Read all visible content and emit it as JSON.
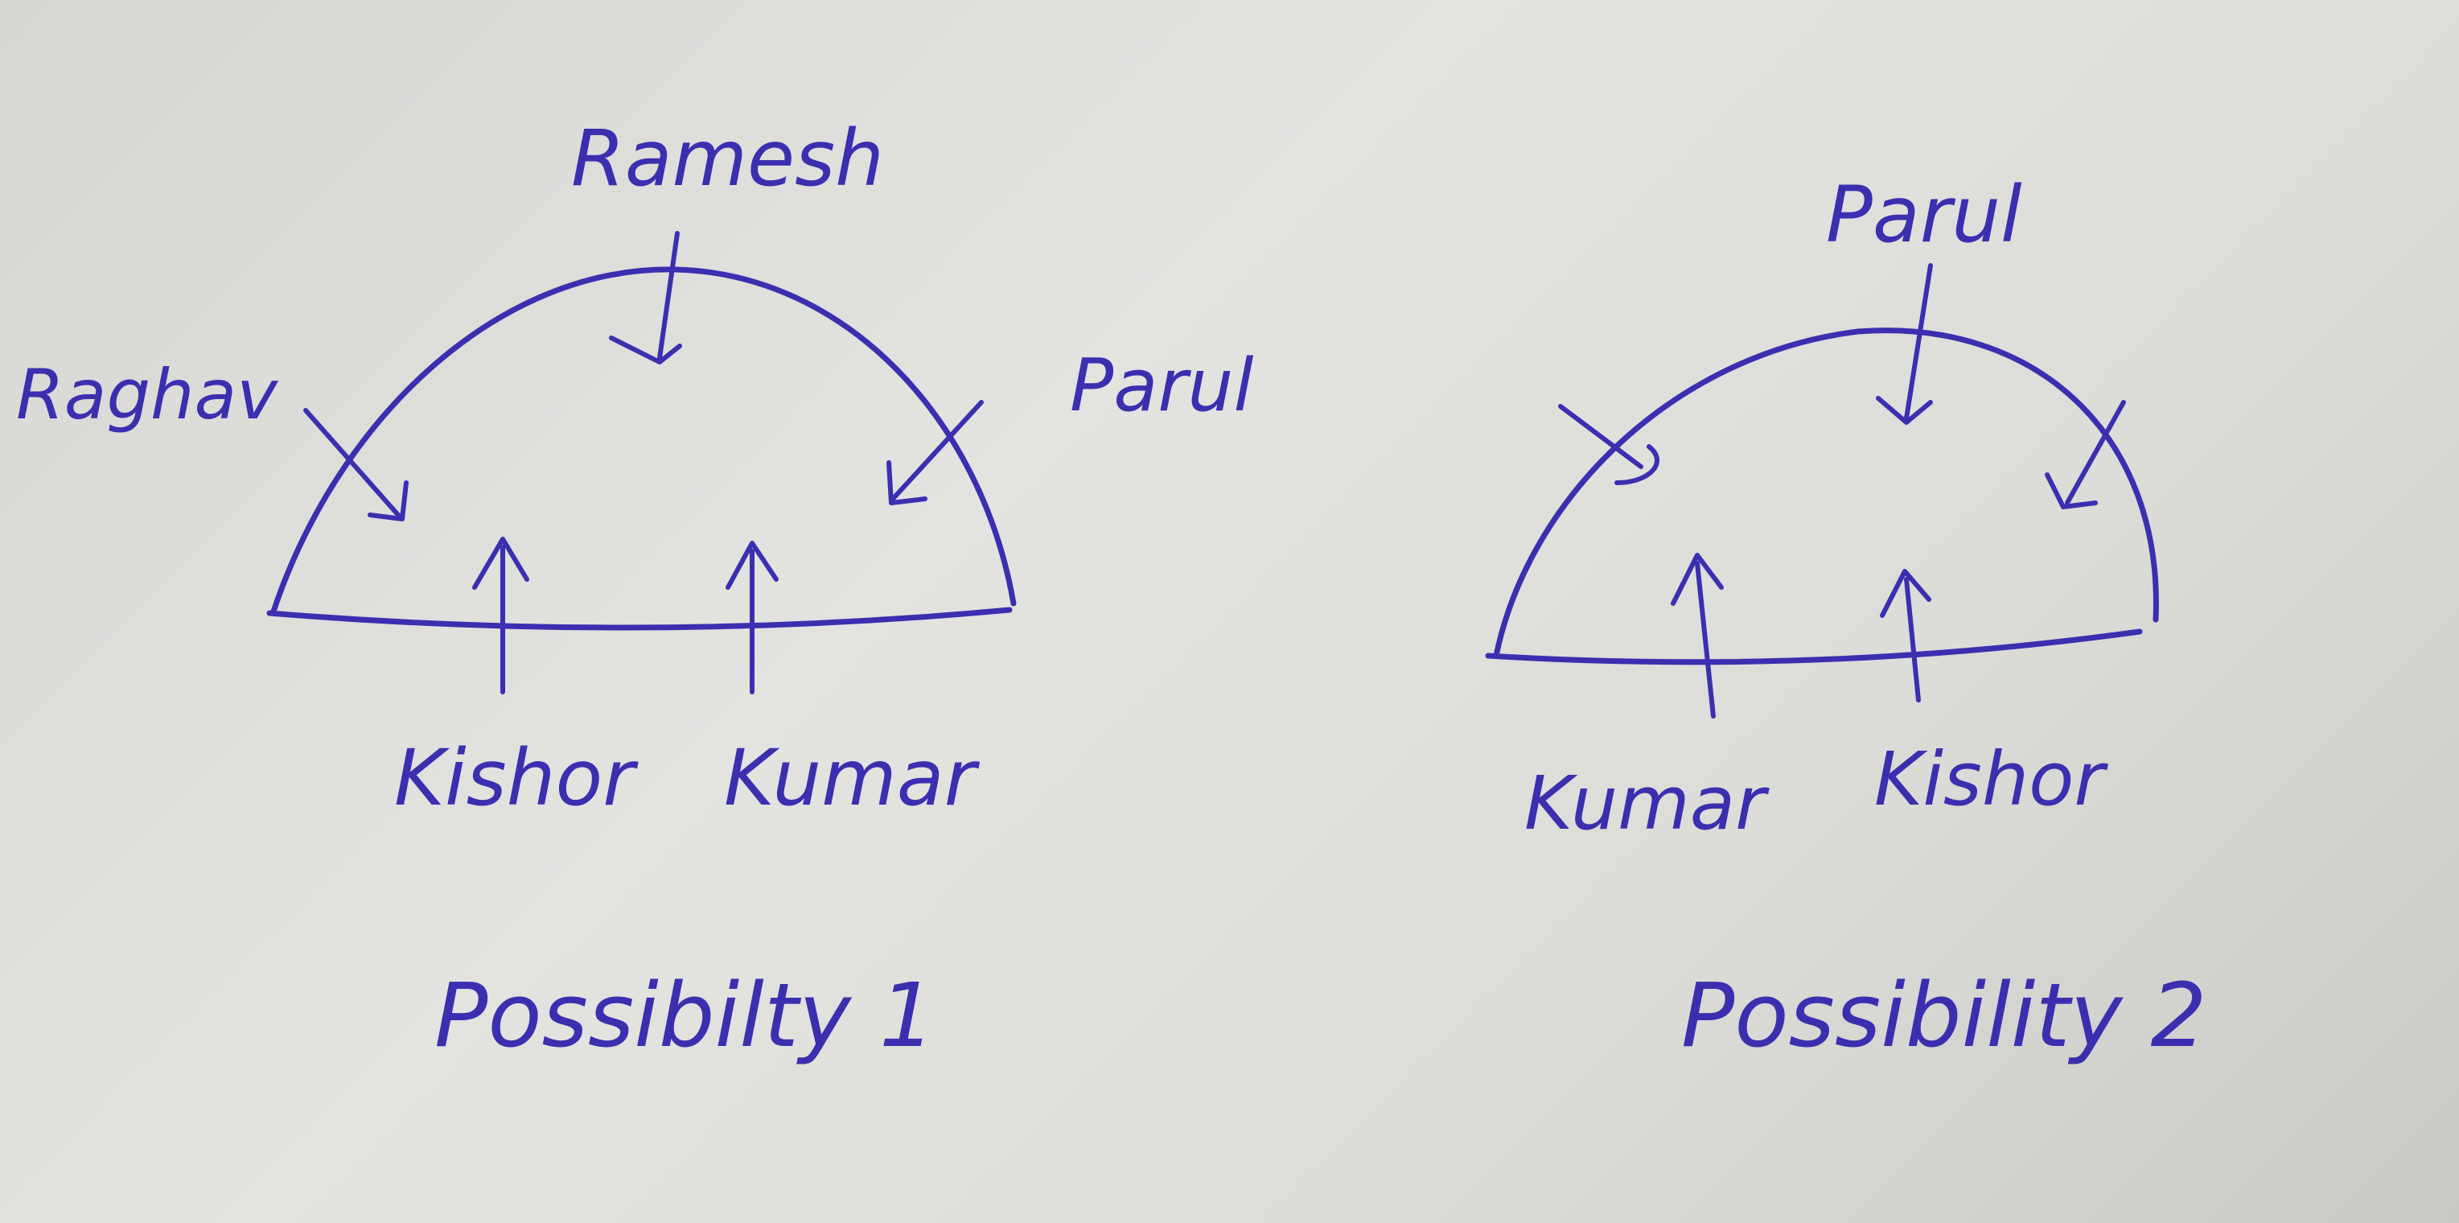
{
  "diagrams": [
    {
      "title": "Possibilty 1",
      "seats": {
        "left": "Raghav",
        "top": "Ramesh",
        "right": "Parul",
        "bottom_left": "Kishor",
        "bottom_right": "Kumar"
      }
    },
    {
      "title": "Possibility 2",
      "seats": {
        "left": "",
        "top": "Parul",
        "right": "",
        "bottom_left": "Kumar",
        "bottom_right": "Kishor"
      }
    }
  ],
  "colors": {
    "ink": "#3b2fb0",
    "paper": "#dcdcd8"
  }
}
